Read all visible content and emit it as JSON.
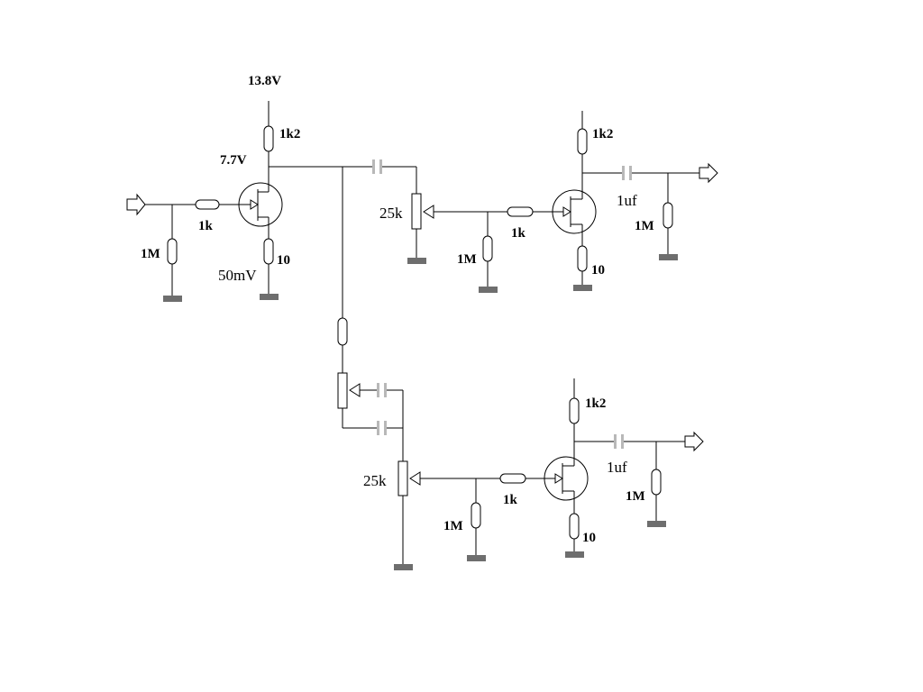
{
  "diagram": {
    "type": "circuit-schematic",
    "supply": {
      "label": "13.8V"
    },
    "input_stage": {
      "drain_resistor": "1k2",
      "drain_voltage": "7.7V",
      "gate_resistor": "1k",
      "gate_bias_resistor": "1M",
      "source_resistor": "10",
      "source_voltage": "50mV"
    },
    "upper_channel": {
      "potentiometer": "25k",
      "gate_resistor": "1k",
      "gate_bias_resistor": "1M",
      "drain_resistor": "1k2",
      "source_resistor": "10",
      "output_capacitor": "1uf",
      "output_load": "1M"
    },
    "lower_channel": {
      "potentiometer": "25k",
      "gate_resistor": "1k",
      "gate_bias_resistor": "1M",
      "drain_resistor": "1k2",
      "source_resistor": "10",
      "output_capacitor": "1uf",
      "output_load": "1M"
    },
    "colors": {
      "wire": "#000000",
      "ground": "#6e6e6e",
      "capacitor": "#b8b8b8"
    }
  }
}
